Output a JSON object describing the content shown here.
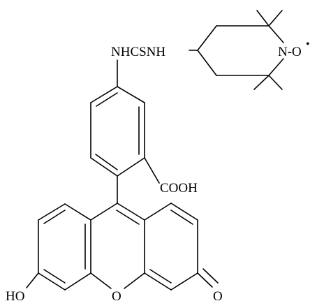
{
  "diagram": {
    "labels": {
      "thiourea_linker": "NHCSNH",
      "nitroxide": "N-O",
      "radical_dot": "•",
      "carboxyl": "COOH",
      "hydroxyl": "HO",
      "ring_oxygen": "O",
      "carbonyl_oxygen": "O"
    },
    "colors": {
      "ink": "#000000",
      "background": "#ffffff"
    }
  }
}
